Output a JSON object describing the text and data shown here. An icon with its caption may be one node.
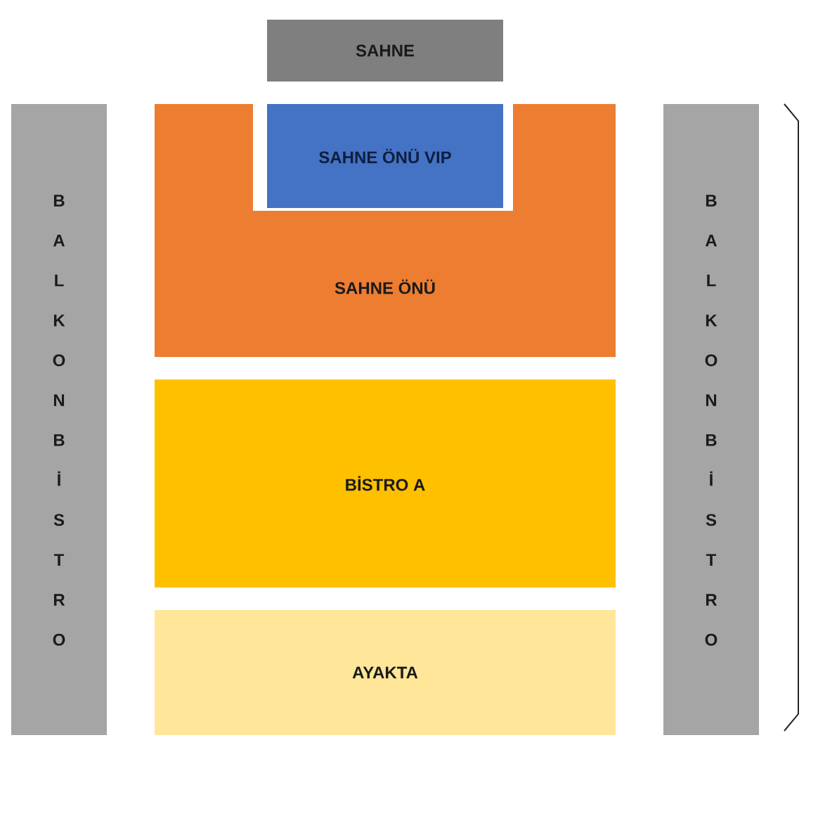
{
  "diagram": {
    "nodes": [
      {
        "text": [
          "SAHNE"
        ]
      },
      {
        "text": [
          "B A L K O N B İ S T R O"
        ]
      },
      {
        "text": [
          "SAHNE ÖNÜ"
        ]
      },
      {
        "text": [
          "SAHNE ÖNÜ VIP"
        ],
        "in": 2
      },
      {
        "text": [
          "B A L K O N B İ S T R O"
        ]
      },
      {
        "text": [
          "BİSTRO A"
        ]
      },
      {
        "text": [
          "AYAKTA"
        ]
      }
    ]
  }
}
